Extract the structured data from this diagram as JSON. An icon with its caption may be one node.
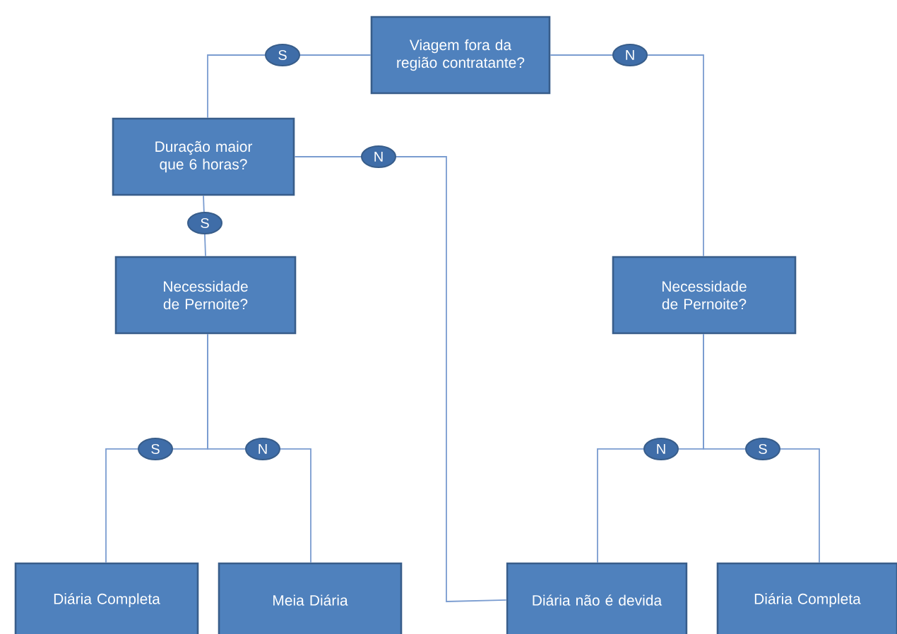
{
  "diagram": {
    "nodes": [
      {
        "text": [
          "Viagem fora da região contratante?"
        ]
      },
      {
        "text": [
          "Duração maior que 6 horas?"
        ]
      },
      {
        "text": [
          "Necessidade de Pernoite?"
        ]
      },
      {
        "text": [
          "Necessidade de Pernoite?"
        ]
      },
      {
        "text": [
          "Diária Completa"
        ]
      },
      {
        "text": [
          "Meia Diária"
        ]
      },
      {
        "text": [
          "Diária não é devida"
        ]
      },
      {
        "text": [
          "Diária Completa"
        ]
      }
    ],
    "edges": [
      {
        "from": 0,
        "to": 1,
        "arrow": "none",
        "label": "S"
      },
      {
        "from": 0,
        "to": 3,
        "arrow": "none",
        "label": "N"
      },
      {
        "from": 1,
        "to": 2,
        "arrow": "none",
        "label": "S"
      },
      {
        "from": 1,
        "to": 6,
        "arrow": "none",
        "label": "N"
      },
      {
        "from": 2,
        "to": 4,
        "arrow": "none",
        "label": "S"
      },
      {
        "from": 2,
        "to": 5,
        "arrow": "none",
        "label": "N"
      },
      {
        "from": 3,
        "to": 6,
        "arrow": "none",
        "label": "N"
      },
      {
        "from": 3,
        "to": 7,
        "arrow": "none",
        "label": "S"
      }
    ]
  }
}
